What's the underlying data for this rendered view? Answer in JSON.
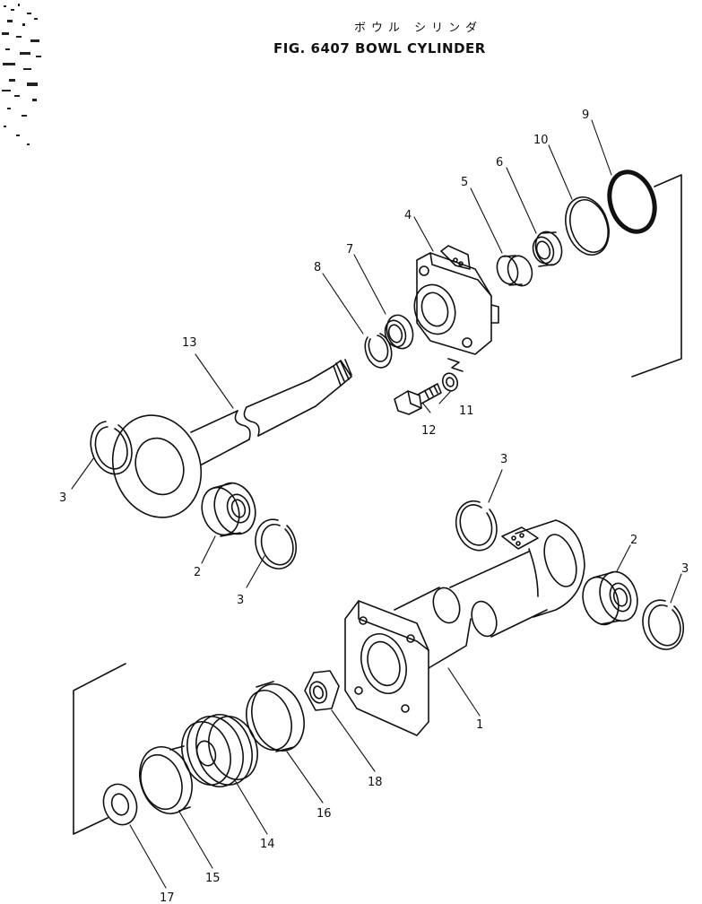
{
  "header": {
    "title_jp": "ボウル シリンダ",
    "title_en": "FIG. 6407  BOWL CYLINDER"
  },
  "callouts": [
    {
      "id": "c1",
      "label": "1"
    },
    {
      "id": "c2a",
      "label": "2"
    },
    {
      "id": "c2b",
      "label": "2"
    },
    {
      "id": "c3a",
      "label": "3"
    },
    {
      "id": "c3b",
      "label": "3"
    },
    {
      "id": "c3c",
      "label": "3"
    },
    {
      "id": "c3d",
      "label": "3"
    },
    {
      "id": "c4",
      "label": "4"
    },
    {
      "id": "c5",
      "label": "5"
    },
    {
      "id": "c6",
      "label": "6"
    },
    {
      "id": "c7",
      "label": "7"
    },
    {
      "id": "c8",
      "label": "8"
    },
    {
      "id": "c9",
      "label": "9"
    },
    {
      "id": "c10",
      "label": "10"
    },
    {
      "id": "c11",
      "label": "11"
    },
    {
      "id": "c12",
      "label": "12"
    },
    {
      "id": "c13",
      "label": "13"
    },
    {
      "id": "c14",
      "label": "14"
    },
    {
      "id": "c15",
      "label": "15"
    },
    {
      "id": "c16",
      "label": "16"
    },
    {
      "id": "c17",
      "label": "17"
    },
    {
      "id": "c18",
      "label": "18"
    }
  ]
}
